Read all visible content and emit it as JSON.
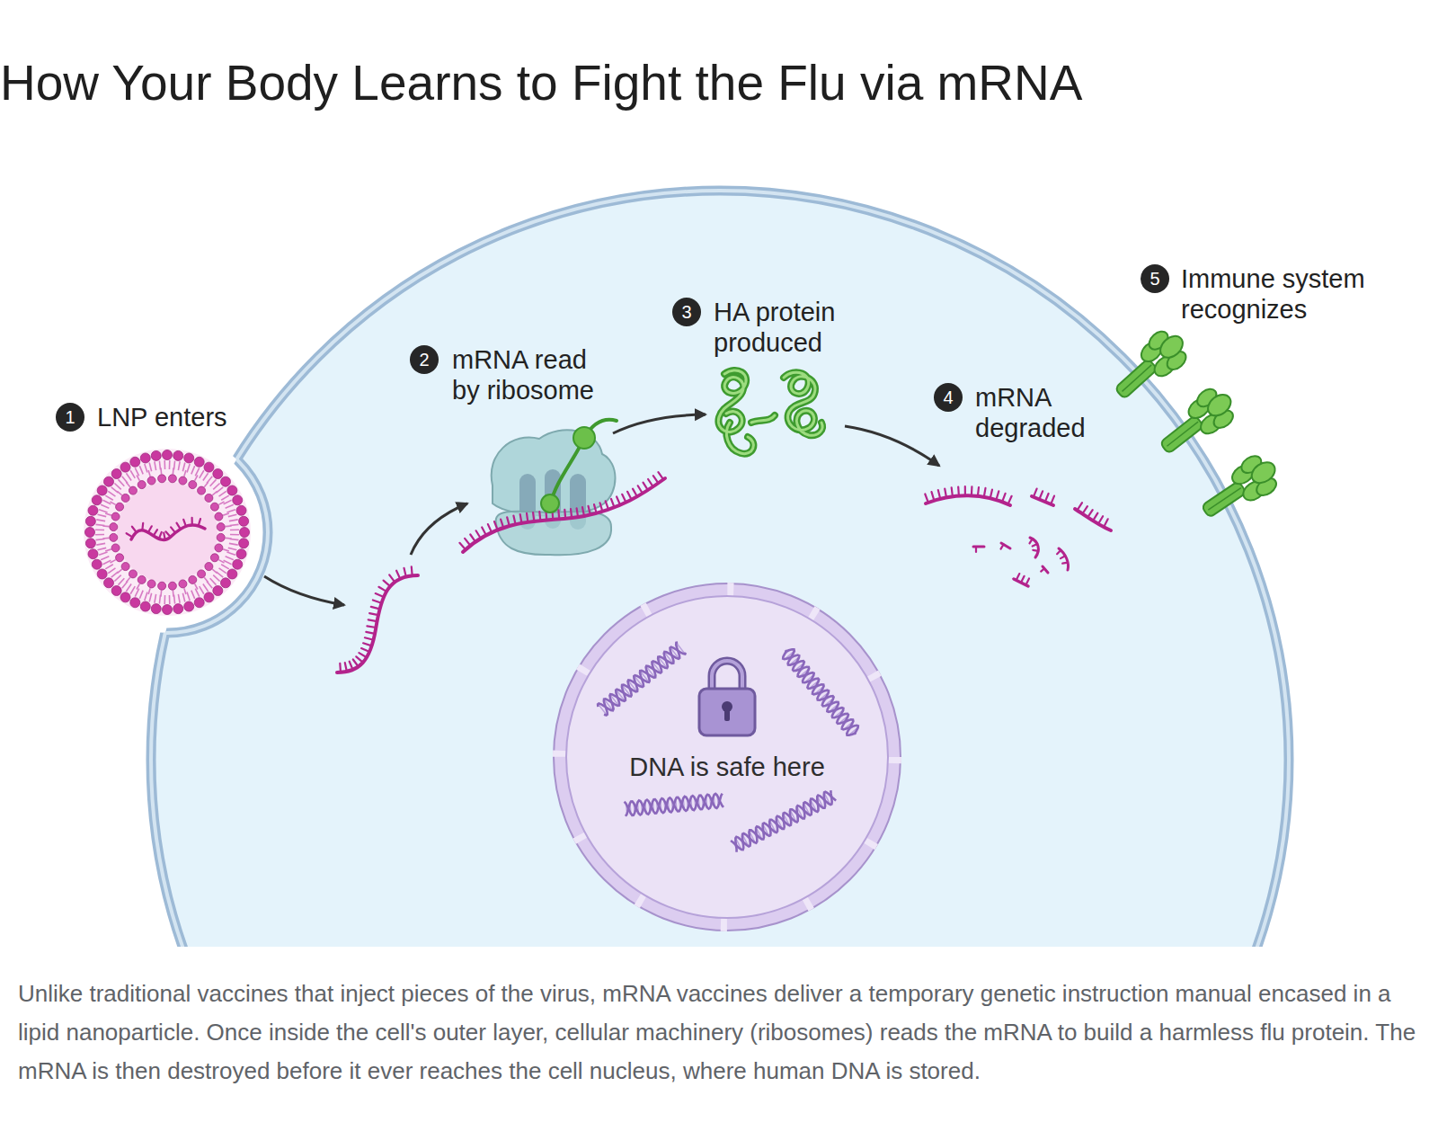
{
  "diagram": {
    "title": "How Your Body Learns to Fight the Flu via mRNA",
    "caption": "Unlike traditional vaccines that inject pieces of the virus, mRNA vaccines deliver a temporary genetic instruction manual encased in a lipid nanoparticle. Once inside the cell's outer layer, cellular machinery (ribosomes) reads the mRNA to build a harmless flu protein. The mRNA is then destroyed before it ever reaches the cell nucleus, where human DNA is stored.",
    "nodes": [
      {
        "text": [
          "DNA is safe here"
        ]
      }
    ],
    "labels": [
      "1",
      "LNP enters",
      "2",
      "mRNA read by ribosome",
      "3",
      "HA protein produced",
      "4",
      "mRNA degraded",
      "5",
      "Immune system recognizes"
    ]
  }
}
